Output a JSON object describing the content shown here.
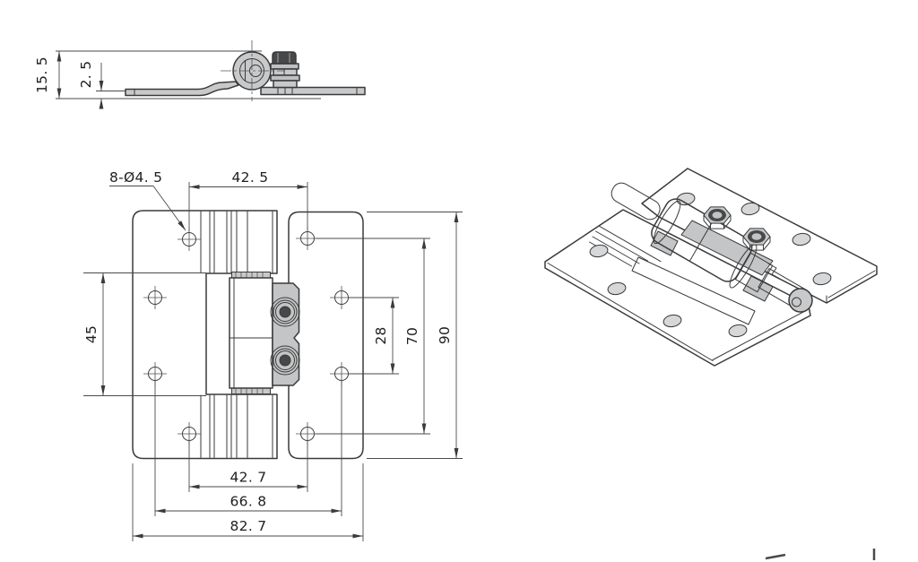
{
  "colors": {
    "background": "#ffffff",
    "plate_fill": "#c8c9ca",
    "barrel_fill": "#d2d3d4",
    "clamp_fill": "#c4c5c6",
    "nut_cap_dark": "#47484a",
    "line": "#3a3a3a",
    "dim_line": "#4a4a4a",
    "text": "#1e1e1e"
  },
  "dims": {
    "side_total_height": "15. 5",
    "side_plate_offset": "2. 5",
    "holes_callout": "8-Ø4. 5",
    "top_hole_span": "42. 5",
    "cutout_height": "45",
    "mid_hole_spacing": "28",
    "outer_hole_span": "70",
    "plate_height": "90",
    "bottom_span_inner": "42. 7",
    "bottom_span_mid": "66. 8",
    "bottom_span_outer": "82. 7"
  }
}
